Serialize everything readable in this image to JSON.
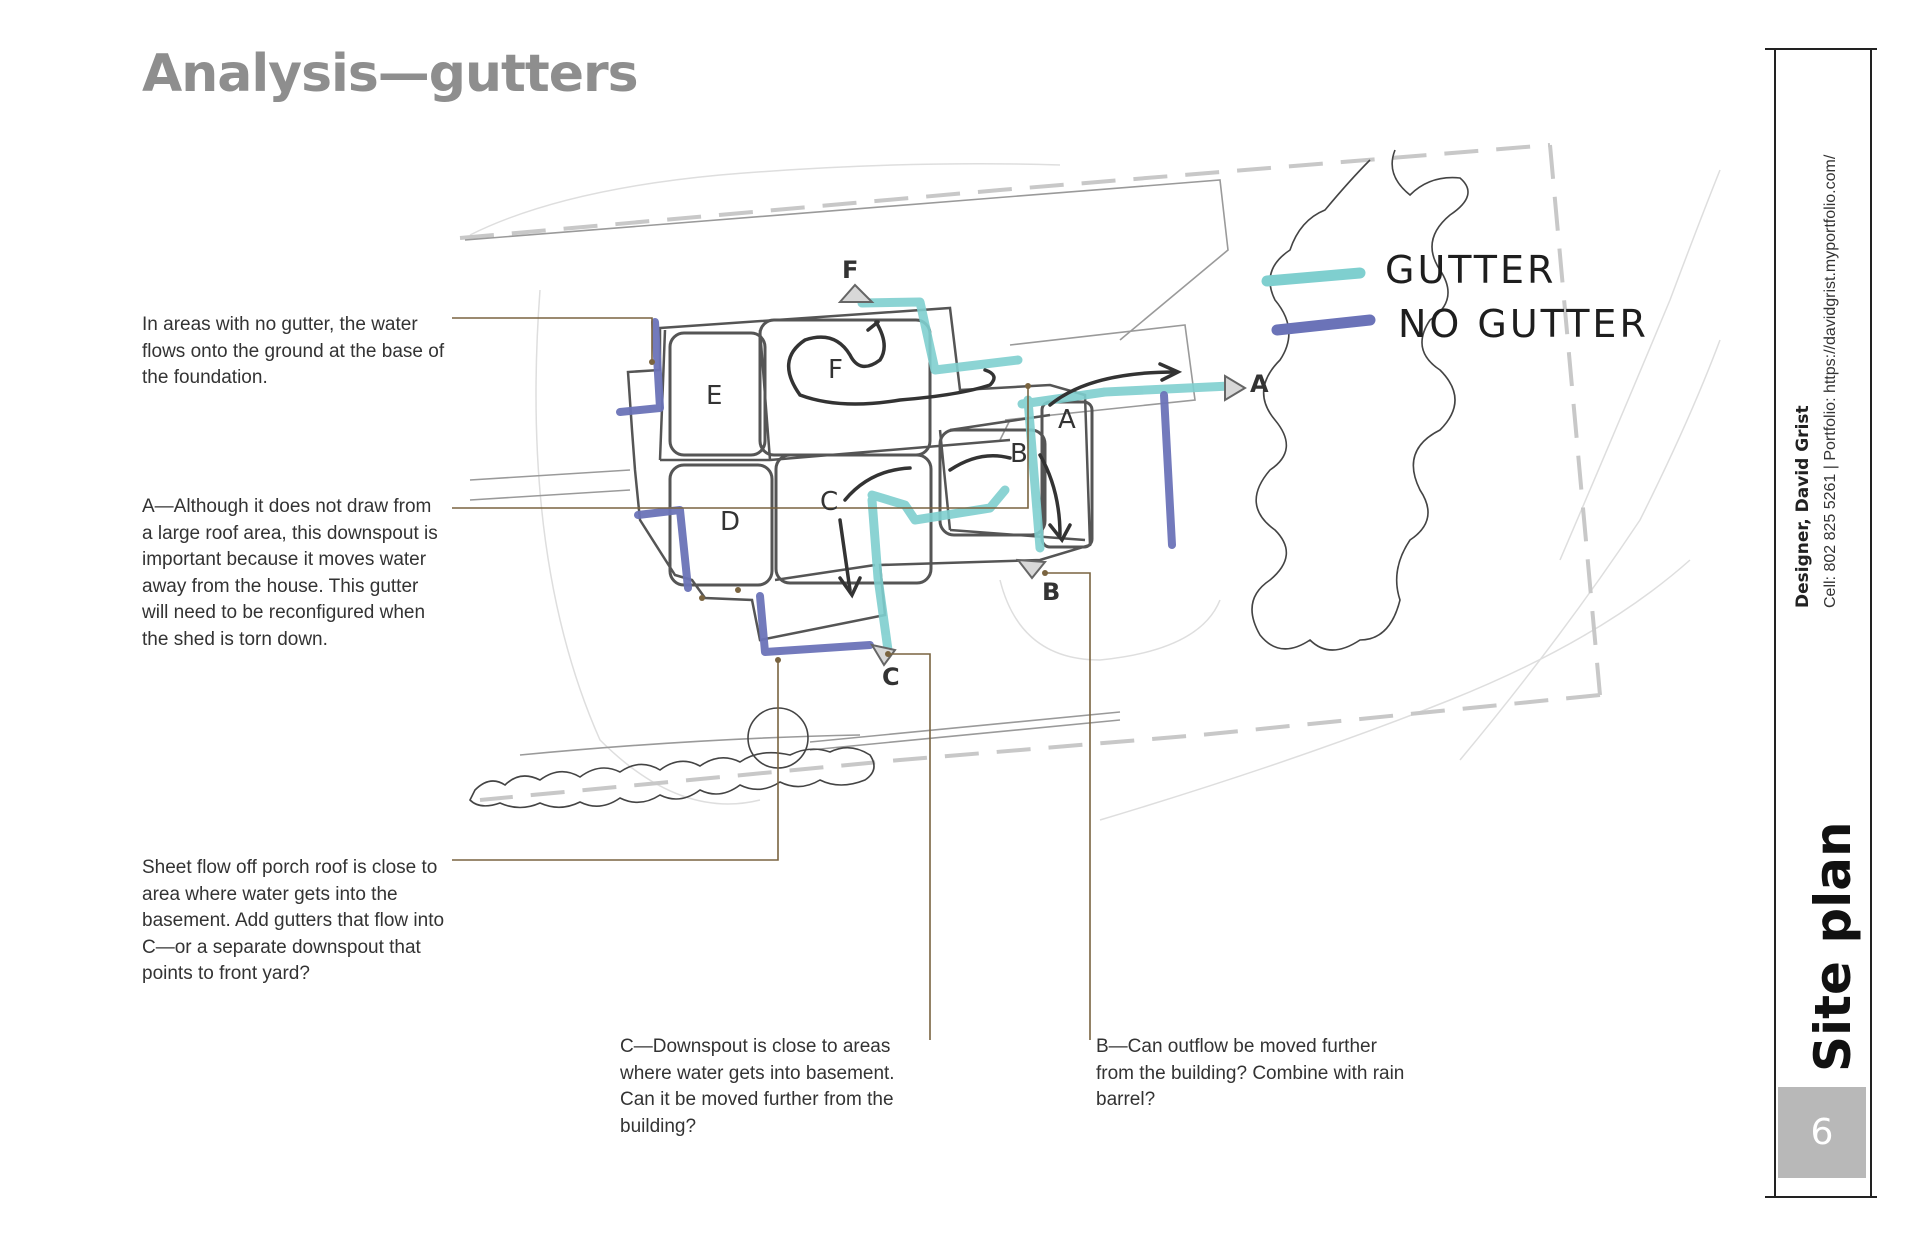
{
  "page": {
    "title": "Analysis—gutters"
  },
  "legend": {
    "gutter_label": "GUTTER",
    "no_gutter_label": "NO GUTTER",
    "gutter_color": "#7fcfcf",
    "no_gutter_color": "#6b73b8"
  },
  "zones": [
    "E",
    "F",
    "D",
    "C",
    "B",
    "A"
  ],
  "downspouts": [
    "F",
    "A",
    "B",
    "C"
  ],
  "notes": {
    "no_gutter": "In areas with no gutter, the water flows onto the ground at the base of the foundation.",
    "downspout_a": "A—Although it does not draw from a large roof area, this downspout is important because it moves water away from the house. This gutter will need to be reconfigured when the shed is torn down.",
    "porch": "Sheet flow off porch roof is close to area where water gets into the basement. Add gutters that flow into C—or a separate downspout that points to front yard?",
    "downspout_c": "C—Downspout is close to areas where water gets into basement. Can it be moved further from the building?",
    "downspout_b": "B—Can outflow be moved further from the building? Combine with rain barrel?"
  },
  "sidebar": {
    "designer": "Designer, David Grist",
    "contact": "Cell: 802 825 5261 | Portfolio: https://davidgrist.myportfolio.com/",
    "section": "Site plan",
    "page_number": "6"
  }
}
